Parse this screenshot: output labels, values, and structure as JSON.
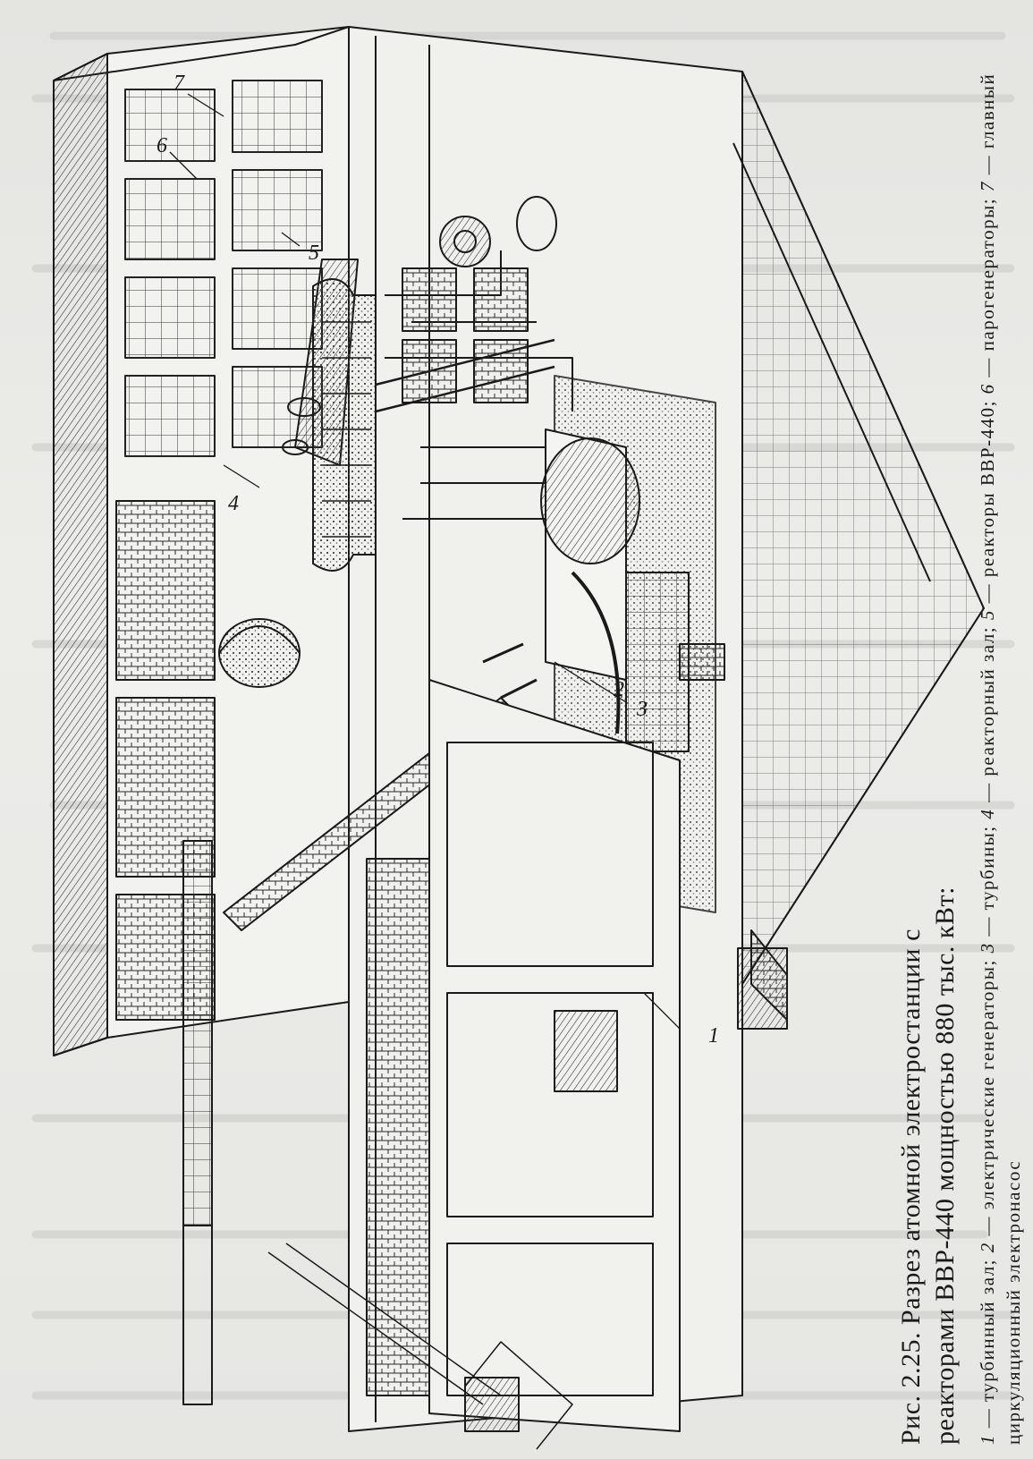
{
  "figure": {
    "label": "Рис. 2.25.",
    "title_line1": "Разрез атомной электростанции с",
    "title_line2": "реакторами ВВР-440 мощностью 880 тыс. кВт:",
    "legend": [
      {
        "num": "1",
        "text": "турбинный зал;"
      },
      {
        "num": "2",
        "text": "электрические генераторы;"
      },
      {
        "num": "3",
        "text": "турбины;"
      },
      {
        "num": "4",
        "text": "реакторный зал;"
      },
      {
        "num": "5",
        "text": "реакторы ВВР-440;"
      },
      {
        "num": "6",
        "text": "парогенераторы;"
      },
      {
        "num": "7",
        "text": "главный циркуляционный электронасос"
      }
    ],
    "callout_labels": [
      "1",
      "2",
      "3",
      "4",
      "5",
      "6",
      "7"
    ]
  },
  "colors": {
    "paper": "#e9e9e6",
    "ink": "#1a1a1a"
  }
}
